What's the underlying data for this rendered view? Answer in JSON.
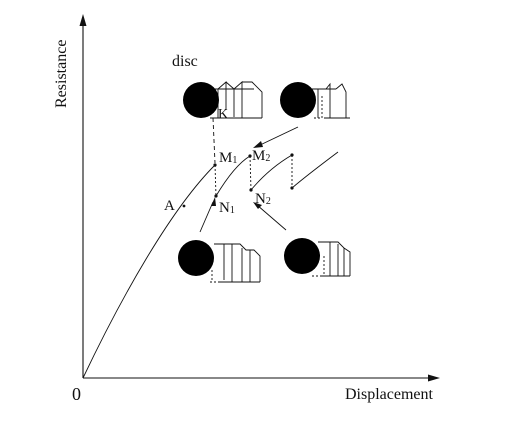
{
  "axes": {
    "y_label": "Resistance",
    "x_label": "Displacement",
    "origin_label": "0"
  },
  "labels": {
    "disc": "disc",
    "K": "K",
    "A": "A",
    "M1_main": "M",
    "M1_sub": "1",
    "M2_main": "M",
    "M2_sub": "2",
    "N1_main": "N",
    "N1_sub": "1",
    "N2_main": "N",
    "N2_sub": "2"
  },
  "colors": {
    "line": "#111111",
    "disc": "#000000",
    "background": "#ffffff"
  }
}
